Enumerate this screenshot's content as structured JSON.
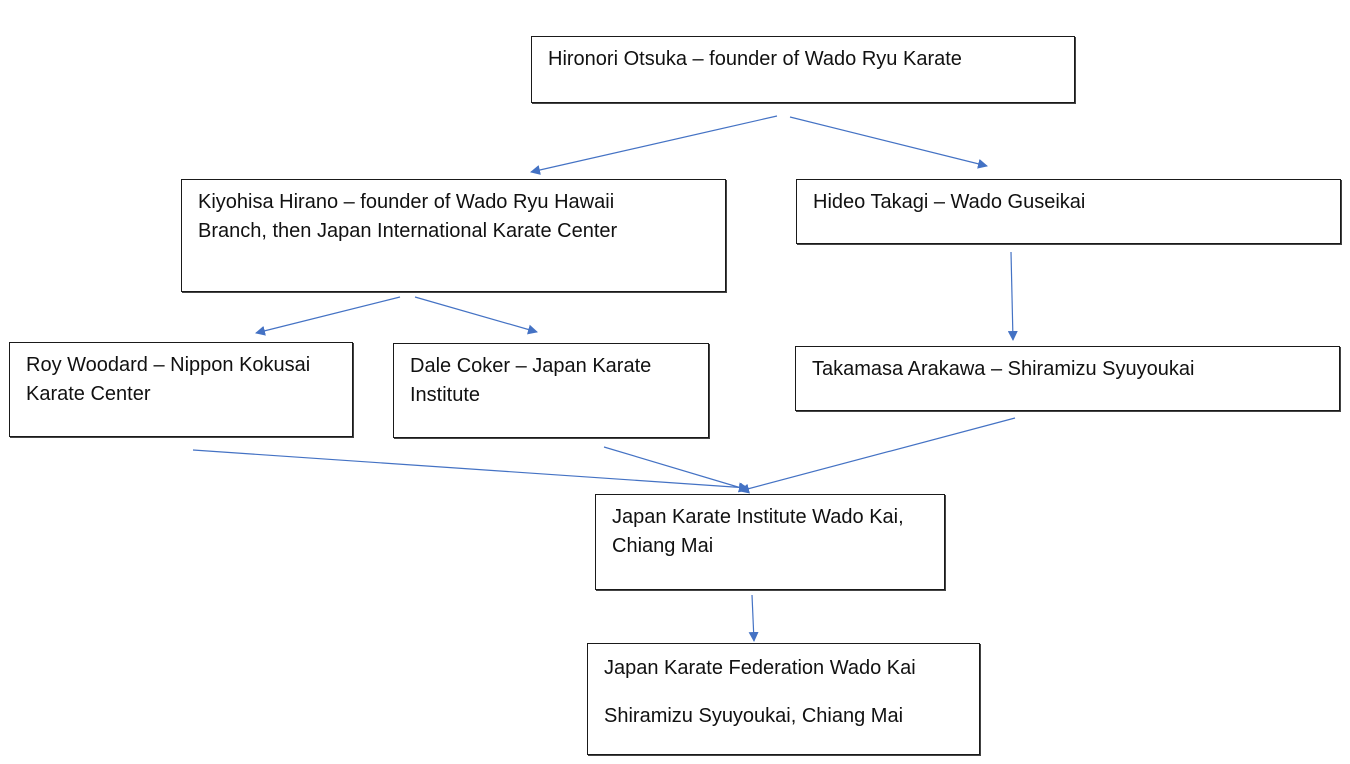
{
  "nodes": [
    {
      "id": "otsuka",
      "lines": [
        "Hironori Otsuka – founder of Wado Ryu Karate"
      ]
    },
    {
      "id": "hirano",
      "lines": [
        "Kiyohisa Hirano – founder of Wado Ryu Hawaii",
        "Branch, then Japan International Karate Center"
      ]
    },
    {
      "id": "takagi",
      "lines": [
        "Hideo Takagi – Wado Guseikai"
      ]
    },
    {
      "id": "woodard",
      "lines": [
        "Roy Woodard – Nippon Kokusai",
        "Karate Center"
      ]
    },
    {
      "id": "coker",
      "lines": [
        "Dale Coker – Japan Karate",
        "Institute"
      ]
    },
    {
      "id": "arakawa",
      "lines": [
        "Takamasa Arakawa – Shiramizu Syuyoukai"
      ]
    },
    {
      "id": "jki",
      "lines": [
        "Japan Karate Institute Wado Kai,",
        "Chiang Mai"
      ]
    },
    {
      "id": "jkf",
      "lines": [
        "Japan Karate Federation Wado Kai",
        "Shiramizu Syuyoukai, Chiang Mai"
      ]
    }
  ],
  "edges": [
    {
      "from": "otsuka",
      "to": "hirano"
    },
    {
      "from": "otsuka",
      "to": "takagi"
    },
    {
      "from": "hirano",
      "to": "woodard"
    },
    {
      "from": "hirano",
      "to": "coker"
    },
    {
      "from": "takagi",
      "to": "arakawa"
    },
    {
      "from": "woodard",
      "to": "jki"
    },
    {
      "from": "coker",
      "to": "jki"
    },
    {
      "from": "arakawa",
      "to": "jki"
    },
    {
      "from": "jki",
      "to": "jkf"
    }
  ],
  "colors": {
    "arrow": "#4472c4",
    "border": "#1a1a1a",
    "text": "#111111"
  }
}
